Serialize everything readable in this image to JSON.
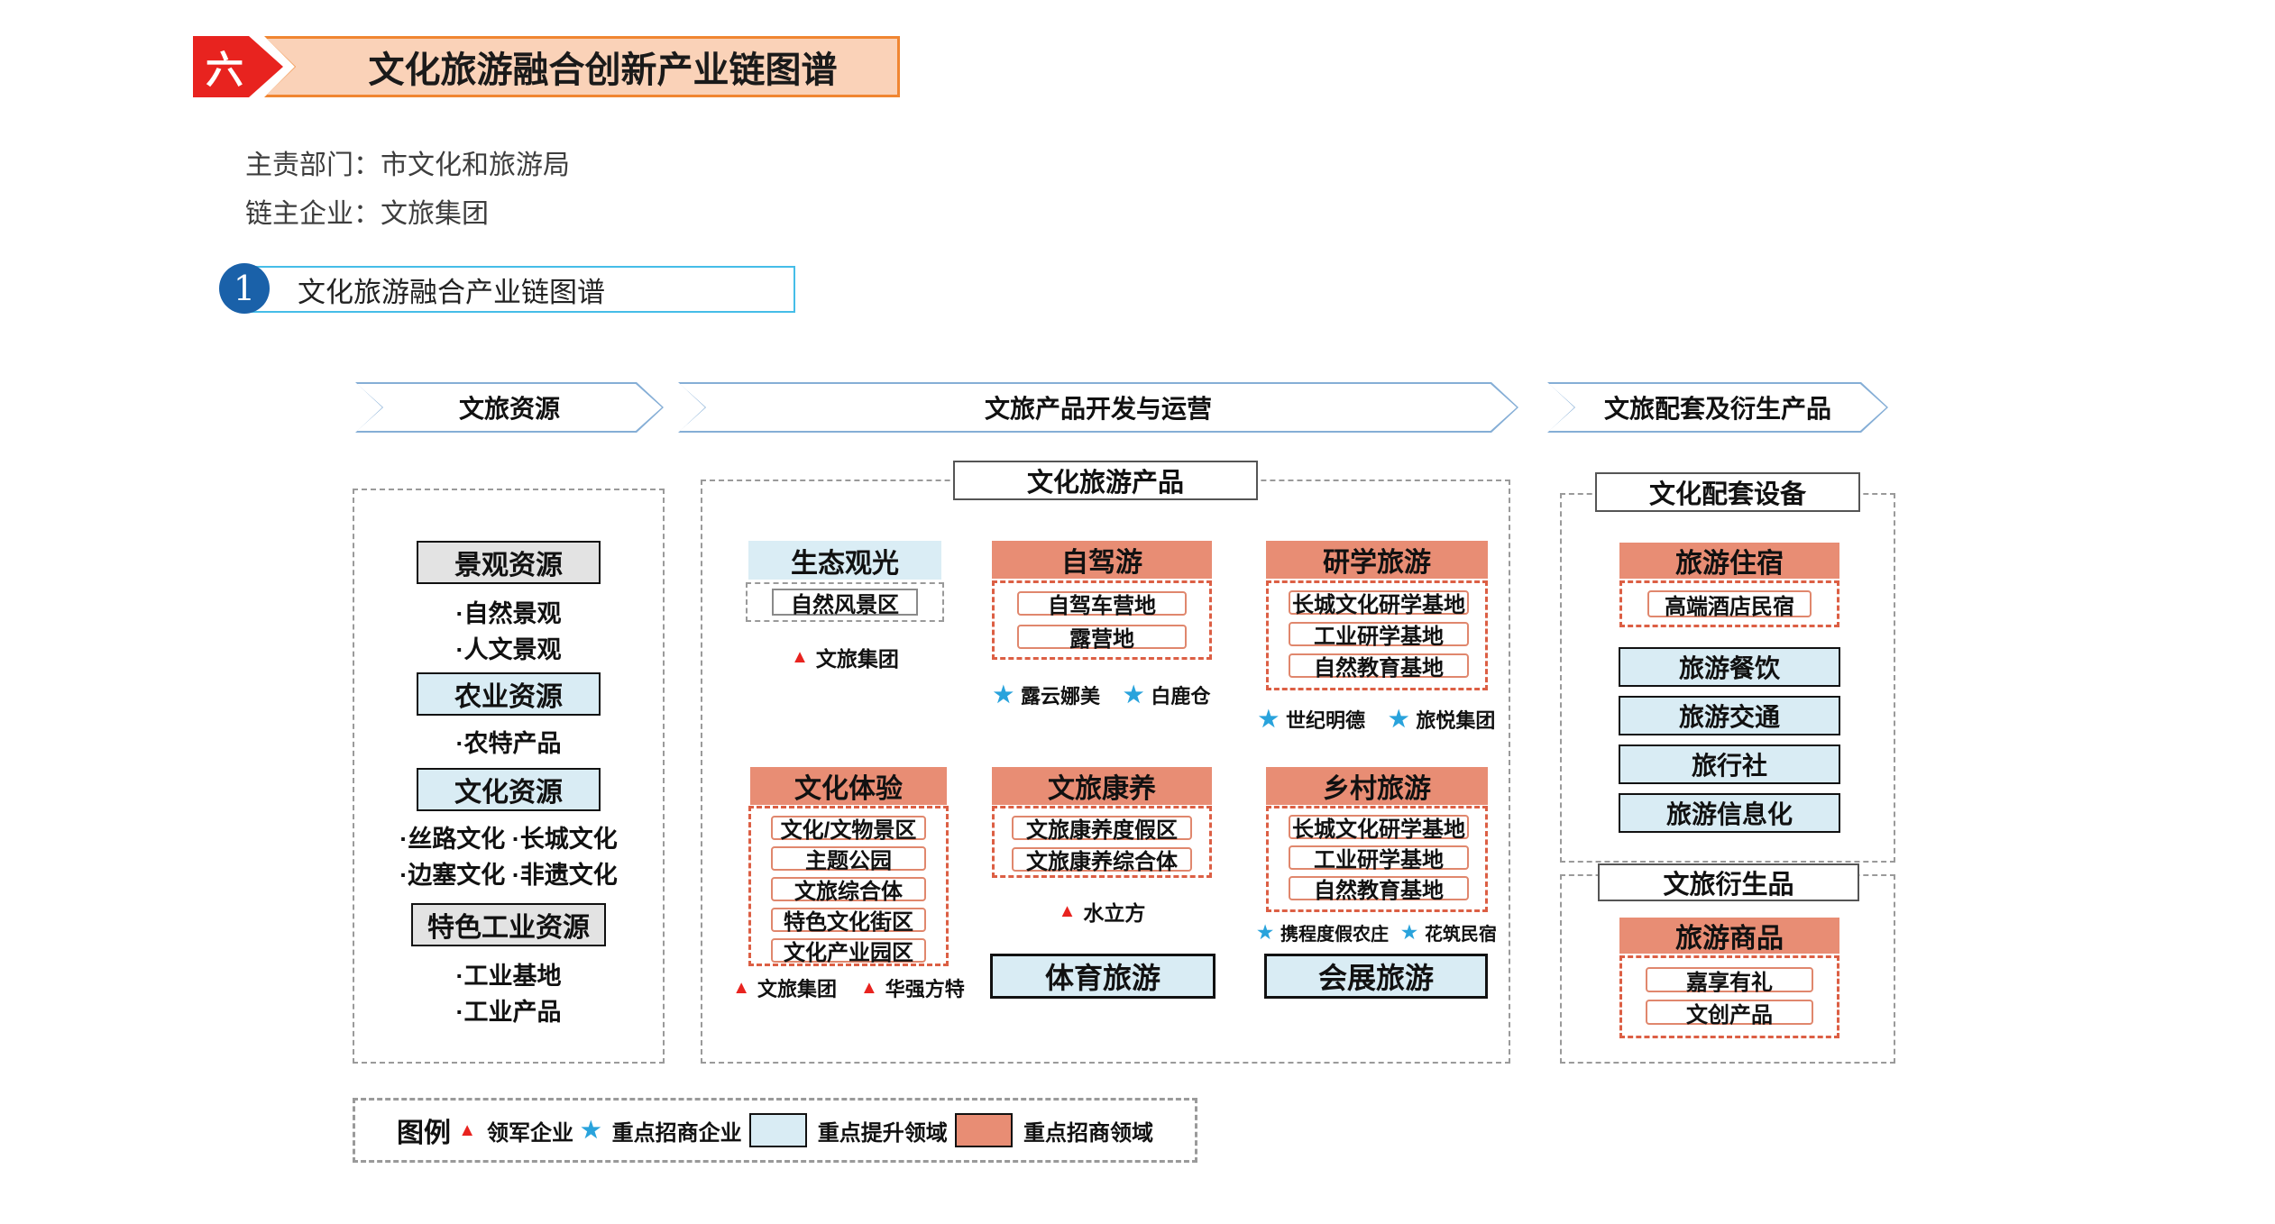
{
  "header": {
    "badge": "六",
    "title": "文化旅游融合创新产业链图谱",
    "meta_line1": "主责部门：市文化和旅游局",
    "meta_line2": "链主企业：文旅集团"
  },
  "section": {
    "number": "1",
    "title": "文化旅游融合产业链图谱"
  },
  "stages": {
    "s1": "文旅资源",
    "s2": "文旅产品开发与运营",
    "s3": "文旅配套及衍生产品"
  },
  "resources": {
    "g1": {
      "title": "景观资源",
      "i1": "·自然景观",
      "i2": "·人文景观"
    },
    "g2": {
      "title": "农业资源",
      "i1": "·农特产品"
    },
    "g3": {
      "title": "文化资源",
      "r1": "·丝路文化 ·长城文化",
      "r2": "·边塞文化 ·非遗文化"
    },
    "g4": {
      "title": "特色工业资源",
      "i1": "·工业基地",
      "i2": "·工业产品"
    }
  },
  "products": {
    "panel_title": "文化旅游产品",
    "eco": {
      "title": "生态观光",
      "i1": "自然风景区",
      "a1": "文旅集团"
    },
    "selfdrive": {
      "title": "自驾游",
      "i1": "自驾车营地",
      "i2": "露营地",
      "s1": "露云娜美",
      "s2": "白鹿仓"
    },
    "study": {
      "title": "研学旅游",
      "i1": "长城文化研学基地",
      "i2": "工业研学基地",
      "i3": "自然教育基地",
      "s1": "世纪明德",
      "s2": "旅悦集团"
    },
    "culture": {
      "title": "文化体验",
      "i1": "文化/文物景区",
      "i2": "主题公园",
      "i3": "文旅综合体",
      "i4": "特色文化街区",
      "i5": "文化产业园区",
      "a1": "文旅集团",
      "a2": "华强方特"
    },
    "wellness": {
      "title": "文旅康养",
      "i1": "文旅康养度假区",
      "i2": "文旅康养综合体",
      "a1": "水立方"
    },
    "rural": {
      "title": "乡村旅游",
      "i1": "长城文化研学基地",
      "i2": "工业研学基地",
      "i3": "自然教育基地",
      "s1": "携程度假农庄",
      "s2": "花筑民宿"
    },
    "sports": "体育旅游",
    "mice": "会展旅游"
  },
  "support": {
    "panel_title": "文化配套设备",
    "lodging": {
      "title": "旅游住宿",
      "i1": "高端酒店民宿"
    },
    "b1": "旅游餐饮",
    "b2": "旅游交通",
    "b3": "旅行社",
    "b4": "旅游信息化"
  },
  "derivatives": {
    "panel_title": "文旅衍生品",
    "goods": {
      "title": "旅游商品",
      "i1": "嘉享有礼",
      "i2": "文创产品"
    }
  },
  "legend": {
    "title": "图例",
    "leader": "领军企业",
    "investment": "重点招商企业",
    "upgrade": "重点提升领域",
    "attract": "重点招商领域"
  },
  "icons": {
    "leader": "▲",
    "investment": "★"
  },
  "colors": {
    "badge_red": "#e8231f",
    "banner_fill": "#fad2b8",
    "banner_border": "#f08632",
    "circle_blue": "#1a61a9",
    "section_border": "#45bde8",
    "arrow_border": "#85aed6",
    "salmon": "#e88d74",
    "light_blue": "#d9ecf4",
    "gray_fill": "#e3e3e3",
    "red_dash": "#dc5f44",
    "gray_dash": "#9a9a9a",
    "star_blue": "#29a3dc"
  }
}
